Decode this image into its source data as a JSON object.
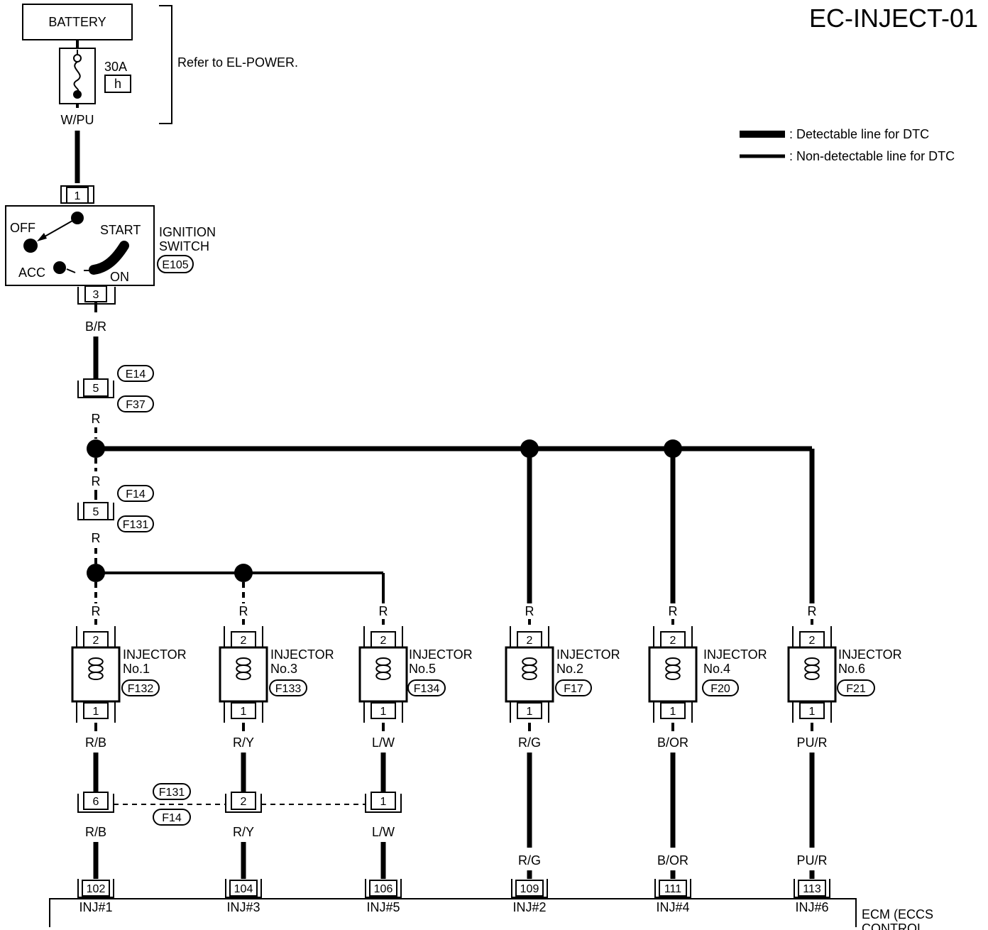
{
  "title": "EC-INJECT-01",
  "battery": {
    "label": "BATTERY"
  },
  "fuse": {
    "rating": "30A",
    "letter": "h"
  },
  "refer_note": "Refer to EL-POWER.",
  "legend": {
    "detectable": ": Detectable line for DTC",
    "non_detectable": ": Non-detectable line for DTC"
  },
  "wires": {
    "battery_out": "W/PU",
    "ign_out": "B/R",
    "r": "R"
  },
  "ignition": {
    "name1": "IGNITION",
    "name2": "SWITCH",
    "connector": "E105",
    "pin_in": "1",
    "pin_out": "3",
    "off": "OFF",
    "start": "START",
    "acc": "ACC",
    "on": "ON"
  },
  "joint1": {
    "pin": "5",
    "conn_top": "E14",
    "conn_bottom": "F37"
  },
  "joint2": {
    "pin": "5",
    "conn_top": "F14",
    "conn_bottom": "F131"
  },
  "injectors": [
    {
      "line1": "INJECTOR",
      "line2": "No.1",
      "connector": "F132",
      "pin_top": "2",
      "pin_bottom": "1",
      "wire_in": "R",
      "wire_out": "R/B",
      "inline_pin": "6",
      "wire_after": "R/B",
      "ecm_pin": "102",
      "ecm_label": "INJ#1"
    },
    {
      "line1": "INJECTOR",
      "line2": "No.3",
      "connector": "F133",
      "pin_top": "2",
      "pin_bottom": "1",
      "wire_in": "R",
      "wire_out": "R/Y",
      "inline_pin": "2",
      "wire_after": "R/Y",
      "ecm_pin": "104",
      "ecm_label": "INJ#3"
    },
    {
      "line1": "INJECTOR",
      "line2": "No.5",
      "connector": "F134",
      "pin_top": "2",
      "pin_bottom": "1",
      "wire_in": "R",
      "wire_out": "L/W",
      "inline_pin": "1",
      "wire_after": "L/W",
      "ecm_pin": "106",
      "ecm_label": "INJ#5"
    },
    {
      "line1": "INJECTOR",
      "line2": "No.2",
      "connector": "F17",
      "pin_top": "2",
      "pin_bottom": "1",
      "wire_in": "R",
      "wire_out": "R/G",
      "inline_pin": "",
      "wire_after": "R/G",
      "ecm_pin": "109",
      "ecm_label": "INJ#2"
    },
    {
      "line1": "INJECTOR",
      "line2": "No.4",
      "connector": "F20",
      "pin_top": "2",
      "pin_bottom": "1",
      "wire_in": "R",
      "wire_out": "B/OR",
      "inline_pin": "",
      "wire_after": "B/OR",
      "ecm_pin": "111",
      "ecm_label": "INJ#4"
    },
    {
      "line1": "INJECTOR",
      "line2": "No.6",
      "connector": "F21",
      "pin_top": "2",
      "pin_bottom": "1",
      "wire_in": "R",
      "wire_out": "PU/R",
      "inline_pin": "",
      "wire_after": "PU/R",
      "ecm_pin": "113",
      "ecm_label": "INJ#6"
    }
  ],
  "inline_connector": {
    "top": "F131",
    "bottom": "F14"
  },
  "ecm": {
    "line1": "ECM (ECCS",
    "line2": "CONTROL"
  }
}
